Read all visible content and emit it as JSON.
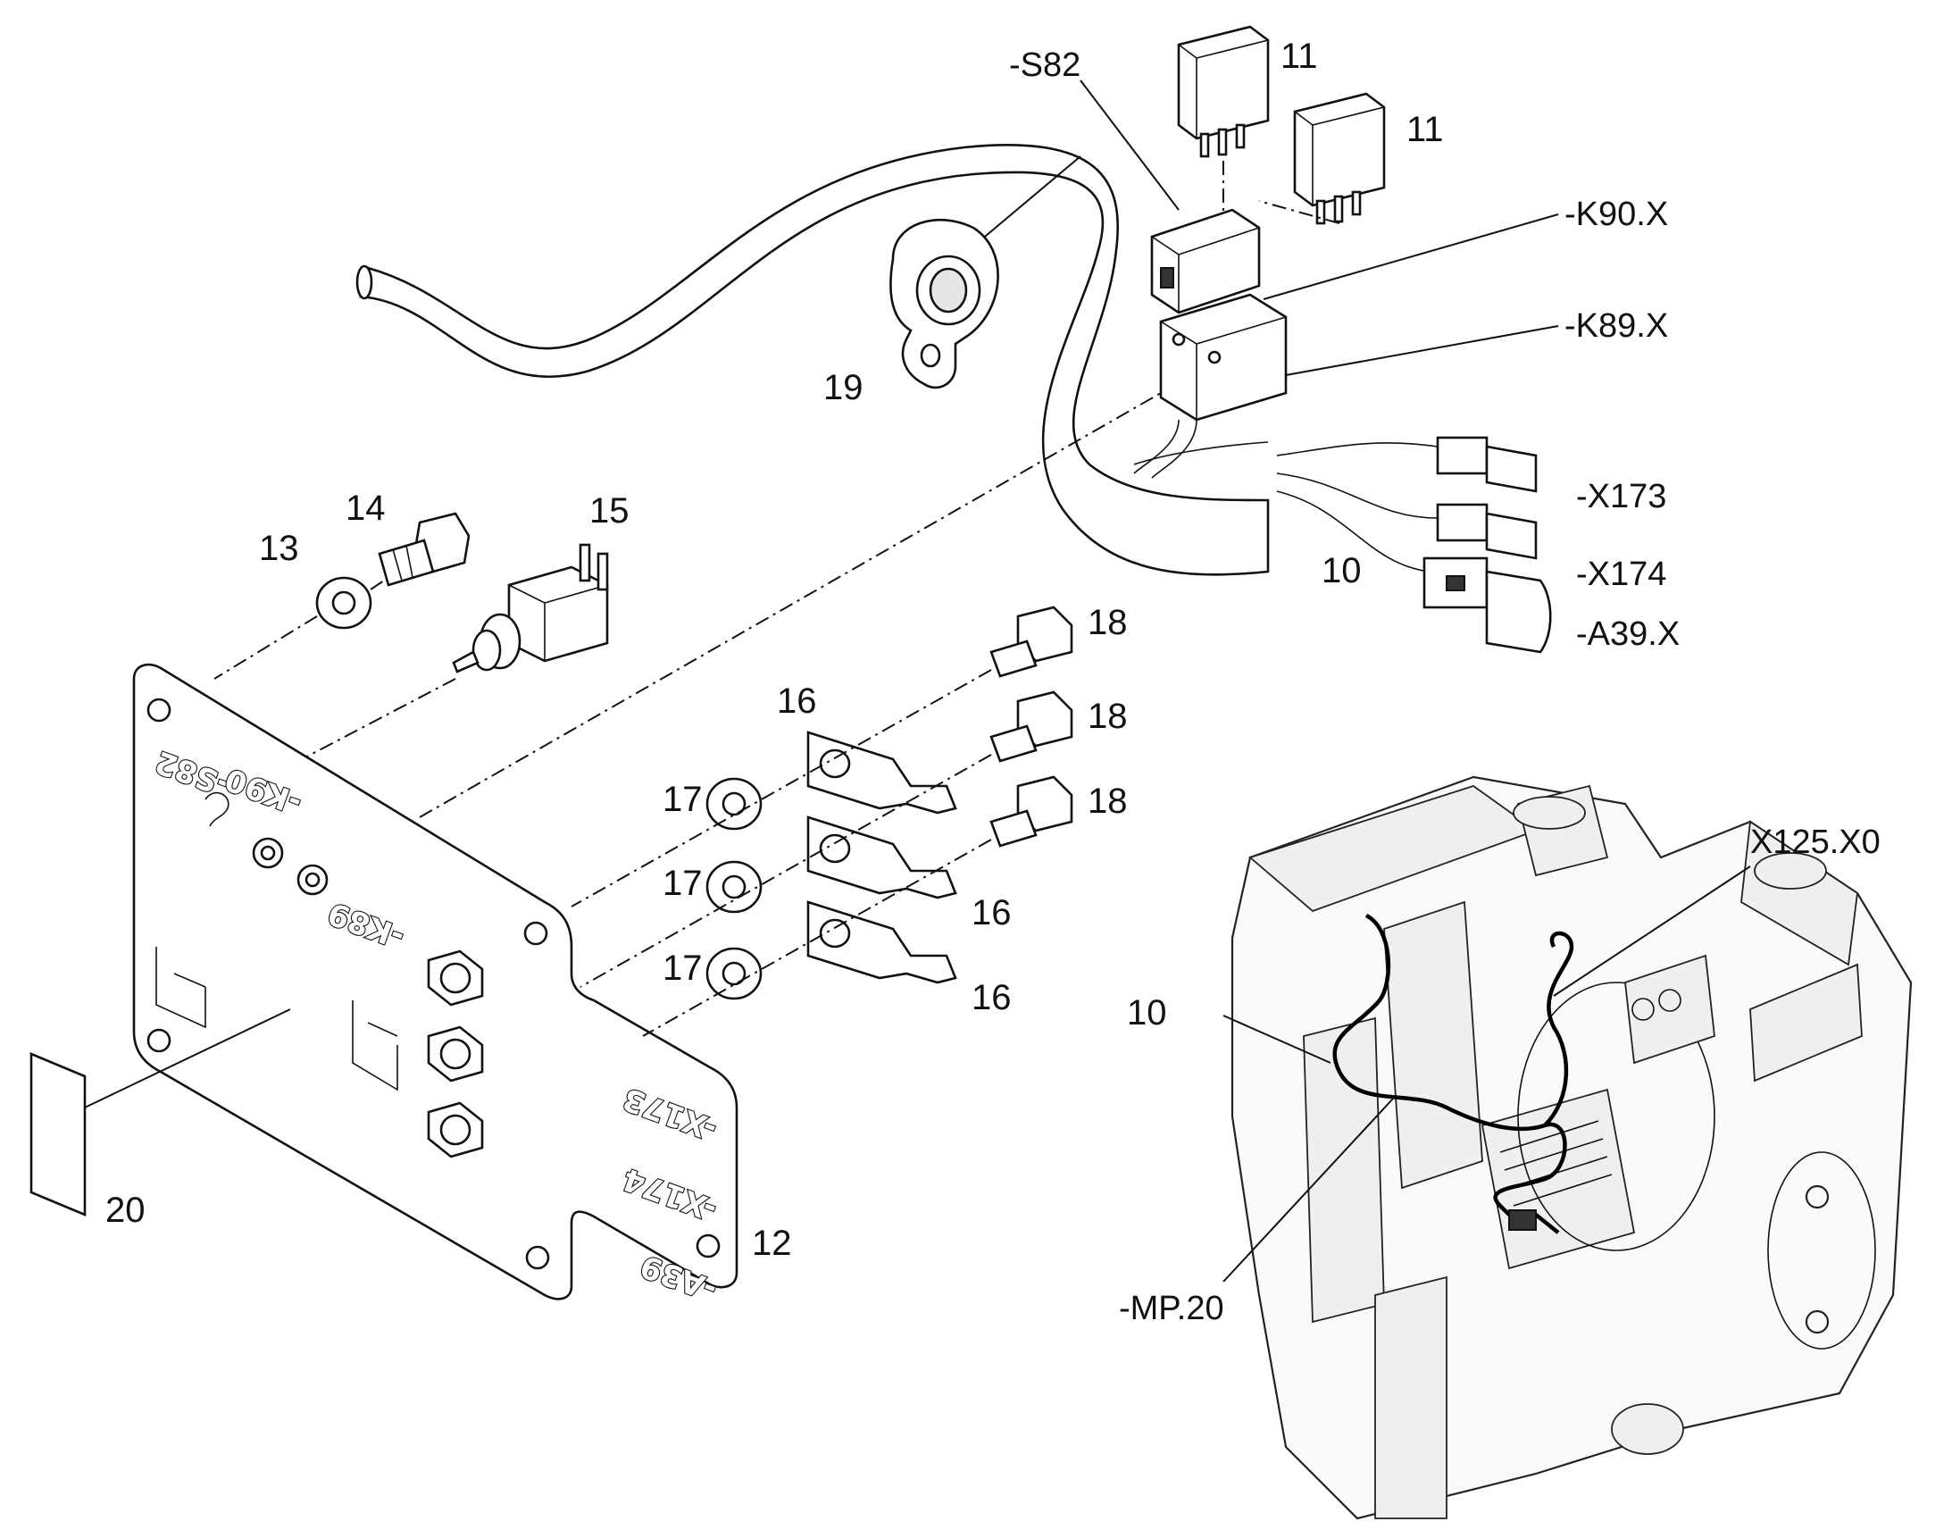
{
  "callouts": {
    "c10_top": "10",
    "c11_a": "11",
    "c11_b": "11",
    "c12": "12",
    "c13": "13",
    "c14": "14",
    "c15": "15",
    "c16_a": "16",
    "c16_b": "16",
    "c16_c": "16",
    "c17_a": "17",
    "c17_b": "17",
    "c17_c": "17",
    "c18_a": "18",
    "c18_b": "18",
    "c18_c": "18",
    "c19": "19",
    "c20": "20",
    "c10_machine": "10"
  },
  "references": {
    "s82": "-S82",
    "k90x": "-K90.X",
    "k89x": "-K89.X",
    "x173": "-X173",
    "x174": "-X174",
    "a39x": "-A39.X",
    "x125x0": "X125.X0",
    "mp20": "-MP.20"
  },
  "plate_embossing": {
    "s82": "-S82",
    "k90": "-K90",
    "k89": "-K89",
    "x173": "-X173",
    "x174": "-X174",
    "a39": "-A39"
  },
  "icons": [
    "wire-harness",
    "relay",
    "relay-socket",
    "cable-clamp",
    "toggle-switch",
    "bolt",
    "washer",
    "ring-terminal",
    "mounting-plate",
    "label-decal",
    "machine-chassis"
  ]
}
